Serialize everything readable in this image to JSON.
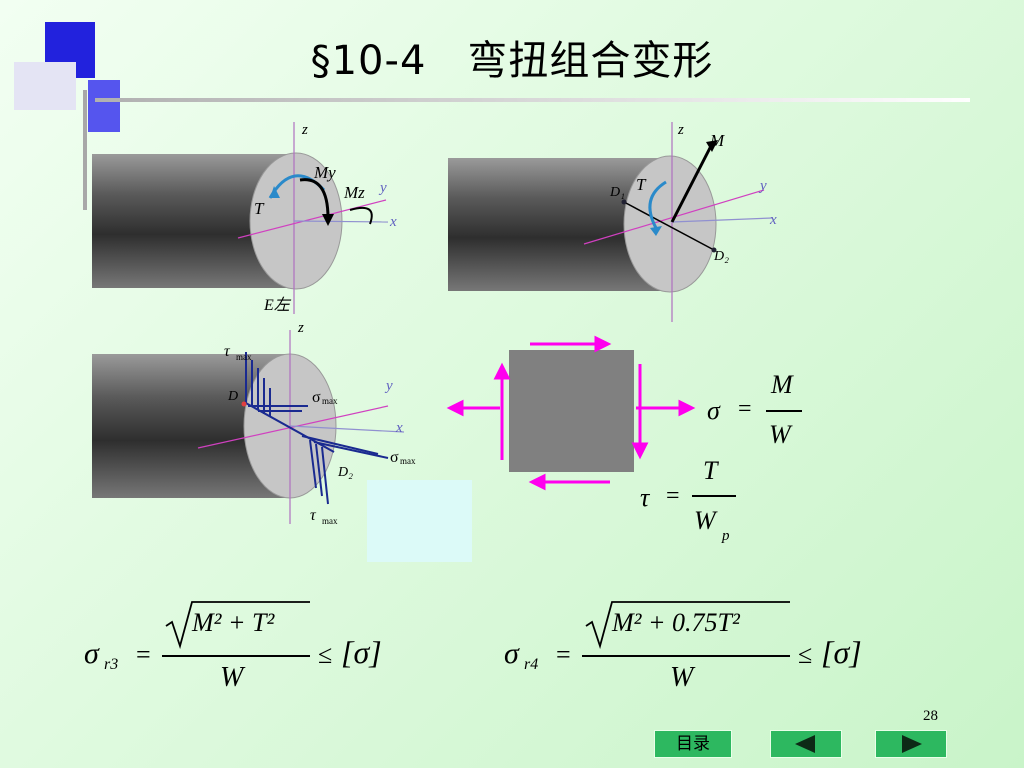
{
  "title": "§10-4　弯扭组合变形",
  "page_number": "28",
  "nav": {
    "toc_label": "目录"
  },
  "fig1": {
    "z": "z",
    "y": "y",
    "x": "x",
    "My": "My",
    "Mz": "Mz",
    "T": "T",
    "E": "E左"
  },
  "fig2": {
    "z": "z",
    "y": "y",
    "x": "x",
    "M": "M",
    "T": "T",
    "D1": "D₁",
    "D2": "D₂"
  },
  "fig3": {
    "z": "z",
    "y": "y",
    "x": "x",
    "D1": "D",
    "D2": "D₂",
    "tau_max": "τ",
    "max": "max",
    "sigma_max": "σ"
  },
  "formulas": {
    "sigma": "σ",
    "eq": "=",
    "M": "M",
    "W": "W",
    "tau": "τ",
    "T": "T",
    "Wp": "W",
    "p": "p",
    "r3": "r3",
    "r4": "r4",
    "num_r3": "M² + T²",
    "num_r4": "M² + 0.75T²",
    "leq": "≤",
    "allow": "[σ]"
  }
}
